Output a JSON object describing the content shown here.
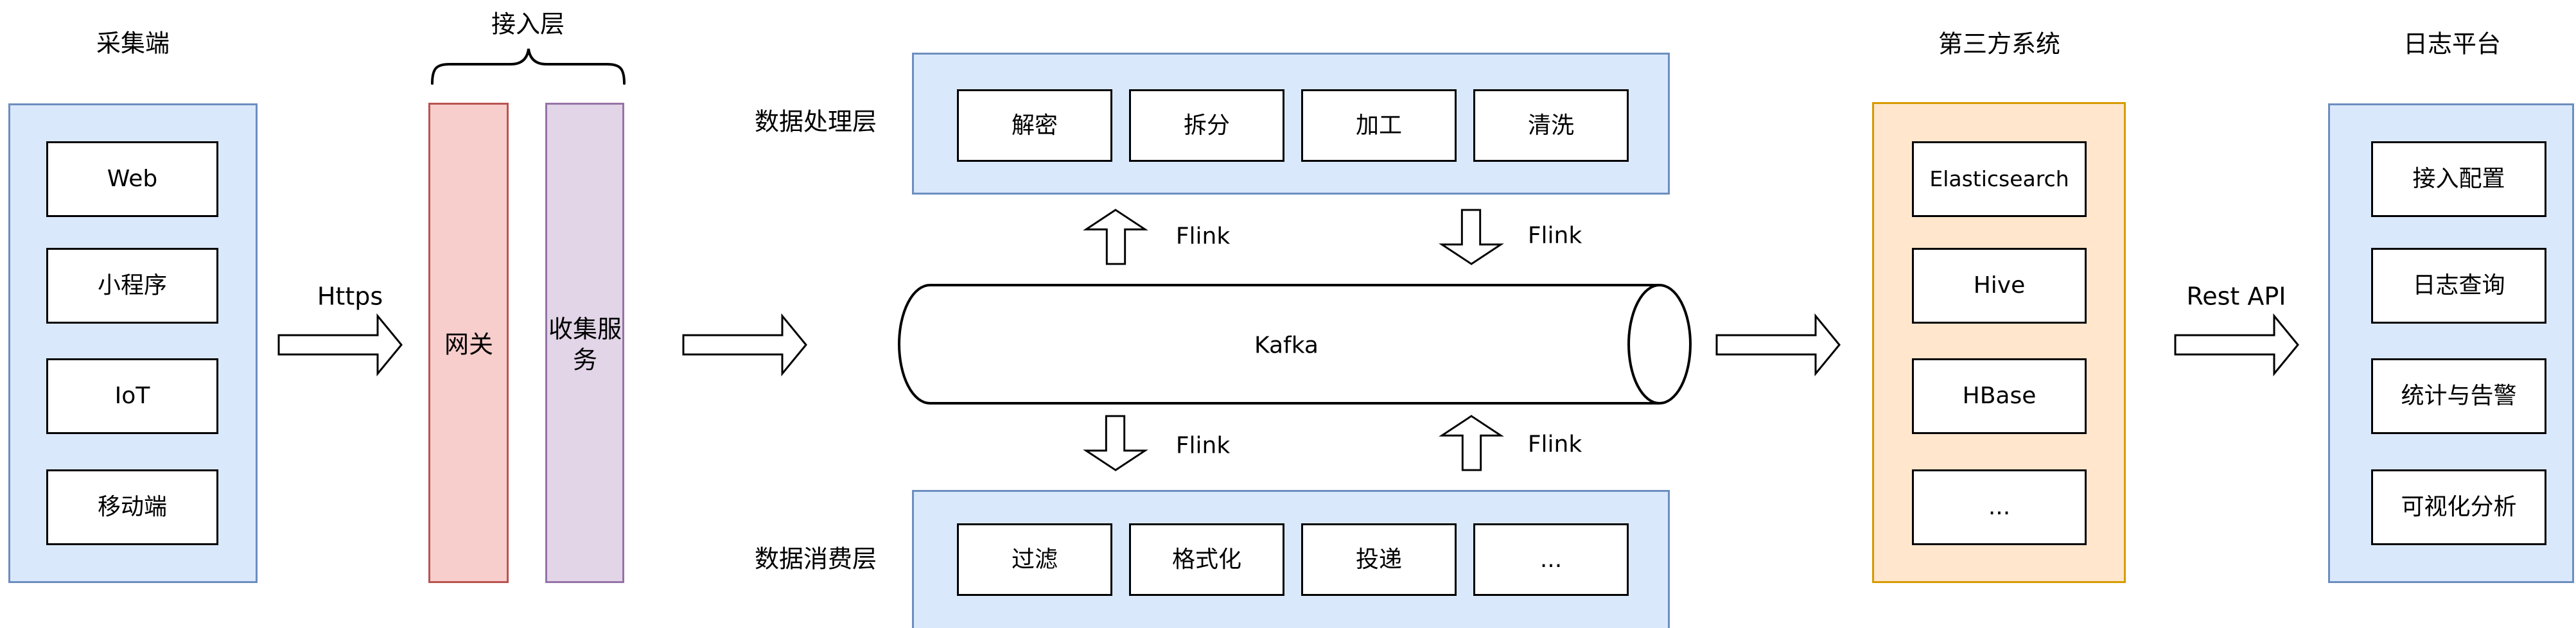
{
  "titles": {
    "collection": "采集端",
    "access_layer": "接入层",
    "processing_layer": "数据处理层",
    "consumption_layer": "数据消费层",
    "third_party": "第三方系统",
    "log_platform": "日志平台"
  },
  "labels": {
    "https": "Https",
    "rest_api": "Rest API",
    "kafka": "Kafka",
    "flink": "Flink",
    "gateway": "网关",
    "collect_service": "收集服务"
  },
  "collection_items": [
    "Web",
    "小程序",
    "IoT",
    "移动端"
  ],
  "processing_items": [
    "解密",
    "拆分",
    "加工",
    "清洗"
  ],
  "consumption_items": [
    "过滤",
    "格式化",
    "投递",
    "..."
  ],
  "third_party_items": [
    "Elasticsearch",
    "Hive",
    "HBase",
    "..."
  ],
  "log_platform_items": [
    "接入配置",
    "日志查询",
    "统计与告警",
    "可视化分析"
  ],
  "colors": {
    "blue_panel_fill": "#dae8fc",
    "blue_panel_border": "#6c8ebf",
    "gateway_fill": "#f8cecc",
    "gateway_border": "#b85450",
    "collect_fill": "#e1d5e7",
    "collect_border": "#9673a6",
    "third_party_fill": "#ffe6cc",
    "third_party_border": "#d79b00",
    "node_fill": "#ffffff",
    "node_border": "#000000",
    "line": "#000000"
  }
}
